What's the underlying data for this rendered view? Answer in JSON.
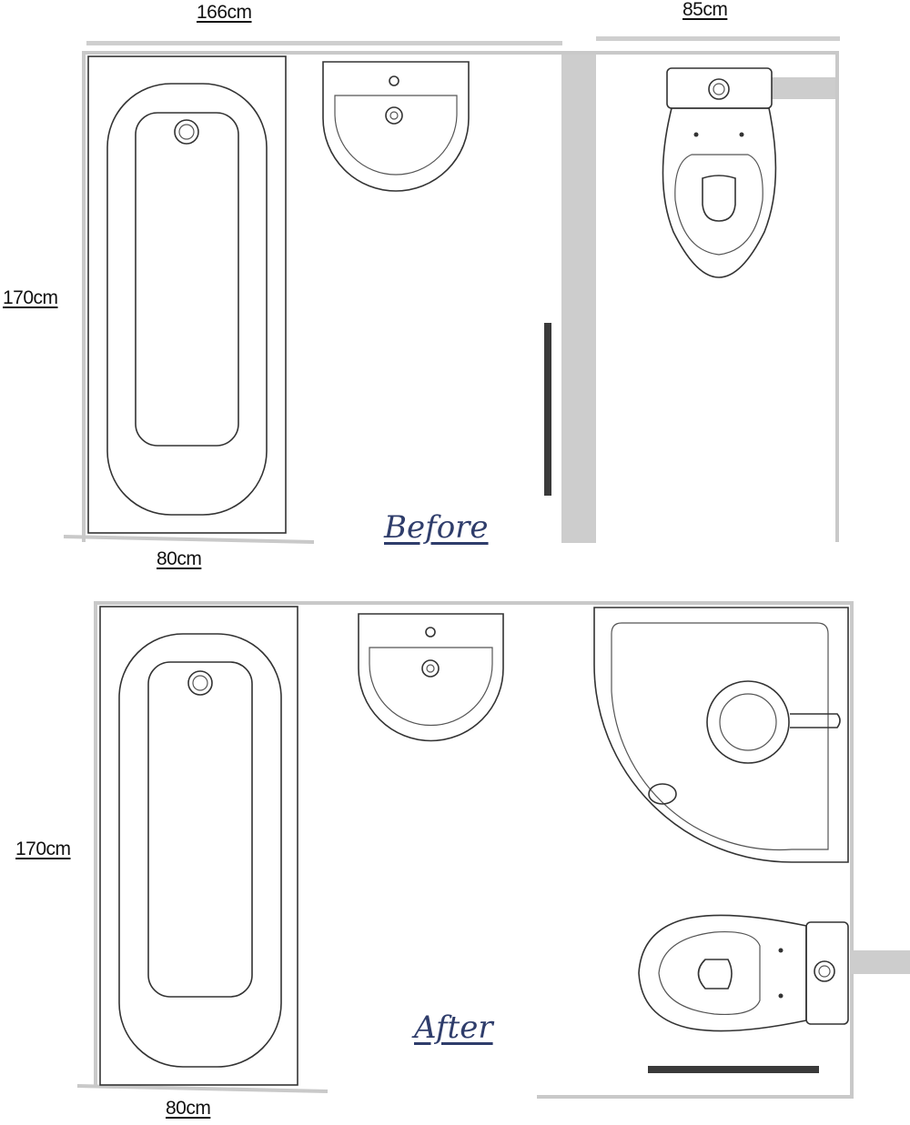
{
  "before": {
    "caption": "Before",
    "dims": {
      "top_width": "166cm",
      "top_right_width": "85cm",
      "height": "170cm",
      "bottom_width": "80cm"
    }
  },
  "after": {
    "caption": "After",
    "dims": {
      "height": "170cm",
      "bottom_width": "80cm"
    }
  },
  "colors": {
    "wall": "#c9c9c9",
    "partition": "#cdcdcd",
    "fixture_line": "#333333",
    "door_bar": "#3a3a3a",
    "caption": "#2f3d6b"
  }
}
